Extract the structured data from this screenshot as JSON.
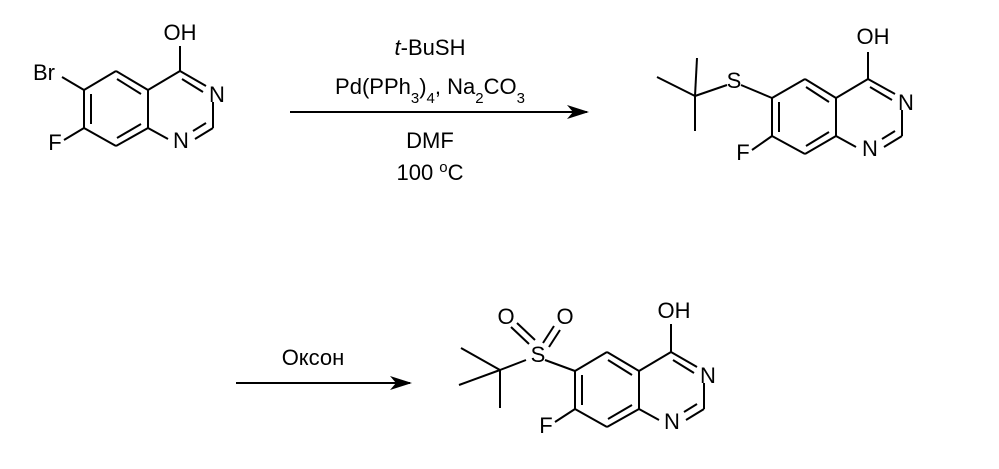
{
  "atoms": {
    "hydroxyl": "OH",
    "bromo": "Br",
    "fluoro": "F",
    "nitrogen": "N",
    "sulfur": "S",
    "oxygen": "O"
  },
  "step1": {
    "reagent": "t-BuSH",
    "reagent_prefix": "t",
    "reagent_suffix": "-BuSH",
    "catalyst_line": "Pd(PPh3)4, Na2CO3",
    "catalyst": {
      "pd": "Pd(PPh",
      "sub3": "3",
      "close": ")",
      "sub4": "4",
      "base": ", Na",
      "sub2": "2",
      "co": "CO",
      "sub3b": "3"
    },
    "solvent": "DMF",
    "temperature": "100 °C",
    "temp_value": "100 ",
    "temp_degree": "o",
    "temp_unit": "C"
  },
  "step2": {
    "reagent": "Оксон"
  }
}
